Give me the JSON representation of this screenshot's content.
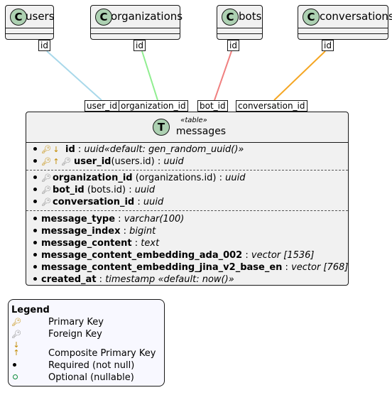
{
  "classes": [
    {
      "letter": "C",
      "name": "users",
      "tag": "id"
    },
    {
      "letter": "C",
      "name": "organizations",
      "tag": "id"
    },
    {
      "letter": "C",
      "name": "bots",
      "tag": "id"
    },
    {
      "letter": "C",
      "name": "conversations",
      "tag": "id"
    }
  ],
  "connector_tags": [
    "user_id",
    "organization_id",
    "bot_id",
    "conversation_id"
  ],
  "connector_colors": [
    "#a8d8ea",
    "#90ee90",
    "#f08080",
    "#f5a623"
  ],
  "entity": {
    "letter": "T",
    "stereotype": "«table»",
    "name": "messages",
    "rows": [
      {
        "icons": "pk-composite",
        "name": "id",
        "sep": " : ",
        "type": "uuid«default: gen_random_uuid()»"
      },
      {
        "icons": "pk-composite-fk",
        "name": "user_id",
        "ref": "(users.id)",
        "sep": " : ",
        "type": "uuid"
      },
      {
        "icons": "fk",
        "name": "organization_id",
        "ref": " (organizations.id)",
        "sep": " : ",
        "type": "uuid"
      },
      {
        "icons": "fk",
        "name": "bot_id",
        "ref": " (bots.id)",
        "sep": " : ",
        "type": "uuid"
      },
      {
        "icons": "fk",
        "name": "conversation_id",
        "ref": "",
        "sep": " : ",
        "type": "uuid"
      },
      {
        "icons": "",
        "name": "message_type",
        "ref": "",
        "sep": " : ",
        "type": "varchar(100)"
      },
      {
        "icons": "",
        "name": "message_index",
        "ref": "",
        "sep": " : ",
        "type": "bigint"
      },
      {
        "icons": "",
        "name": "message_content",
        "ref": "",
        "sep": " : ",
        "type": "text"
      },
      {
        "icons": "",
        "name": "message_content_embedding_ada_002",
        "ref": "",
        "sep": " : ",
        "type": "vector [1536]"
      },
      {
        "icons": "",
        "name": "message_content_embedding_jina_v2_base_en",
        "ref": "",
        "sep": " : ",
        "type": "vector [768]"
      },
      {
        "icons": "",
        "name": "created_at",
        "ref": "",
        "sep": " : ",
        "type": "timestamp «default: now()»"
      }
    ]
  },
  "legend": {
    "title": "Legend",
    "items": [
      {
        "symbol": "pk",
        "label": "Primary Key"
      },
      {
        "symbol": "fk",
        "label": "Foreign Key"
      },
      {
        "symbol": "composite",
        "label": "Composite Primary Key"
      },
      {
        "symbol": "required",
        "label": "Required (not null)"
      },
      {
        "symbol": "optional",
        "label": "Optional (nullable)"
      }
    ]
  }
}
